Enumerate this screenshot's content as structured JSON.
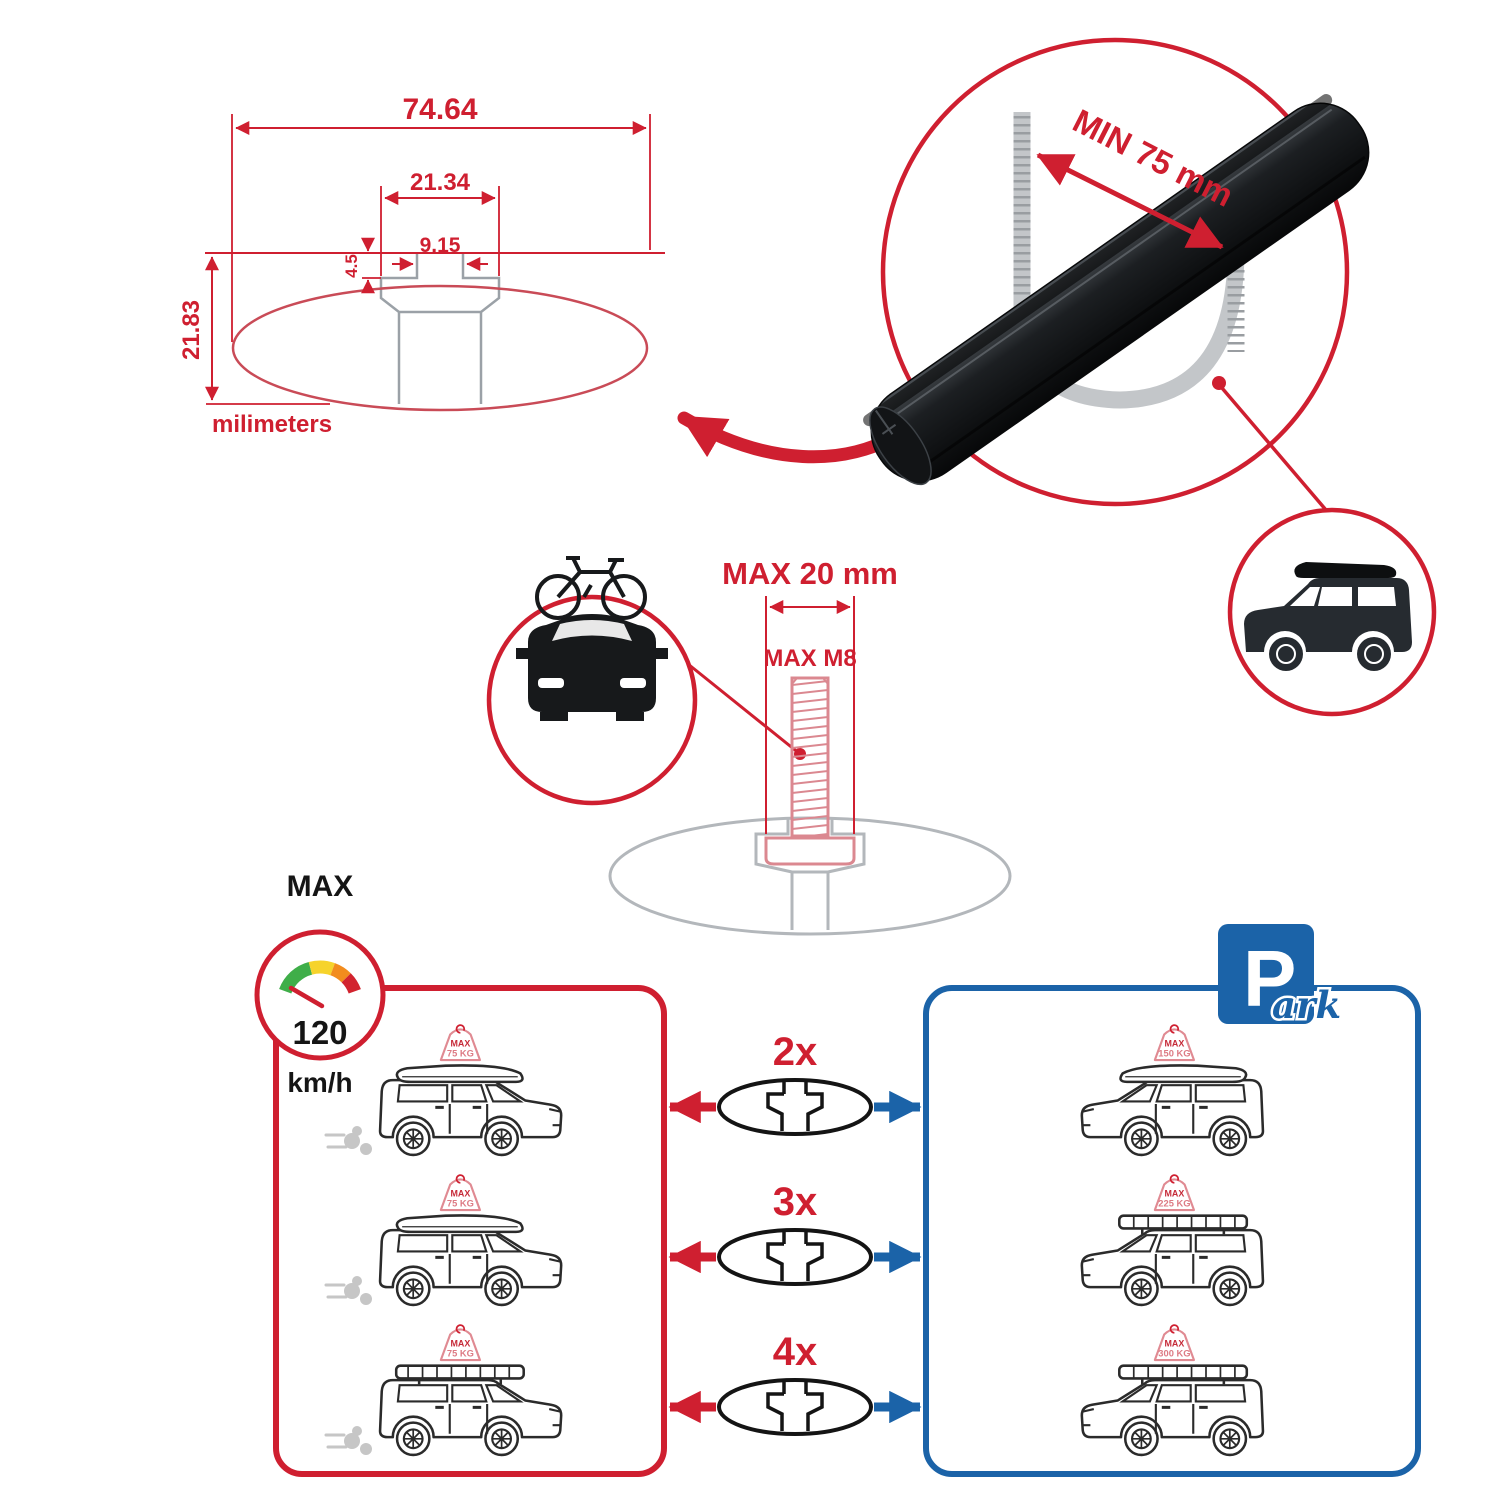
{
  "profile_dimensions": {
    "total_width": "74.64",
    "channel_width": "21.34",
    "slot_width": "9.15",
    "lip_height": "4.5",
    "total_height": "21.83",
    "units_label": "milimeters"
  },
  "crossbar": {
    "min_length_label": "MIN 75 mm"
  },
  "mounting_bolt": {
    "max_head_label": "MAX 20 mm",
    "max_thread_label": "MAX M8"
  },
  "speed_limit": {
    "label": "MAX",
    "value": "120",
    "units": "km/h"
  },
  "park_sign": {
    "letter": "P",
    "suffix": "ark"
  },
  "capacity": {
    "rows": [
      {
        "multiplier": "2x",
        "driving": {
          "label": "MAX",
          "value": "75 KG"
        },
        "parked": {
          "label": "MAX",
          "value": "150 KG"
        }
      },
      {
        "multiplier": "3x",
        "driving": {
          "label": "MAX",
          "value": "75 KG"
        },
        "parked": {
          "label": "MAX",
          "value": "225 KG"
        }
      },
      {
        "multiplier": "4x",
        "driving": {
          "label": "MAX",
          "value": "75 KG"
        },
        "parked": {
          "label": "MAX",
          "value": "300 KG"
        }
      }
    ]
  }
}
